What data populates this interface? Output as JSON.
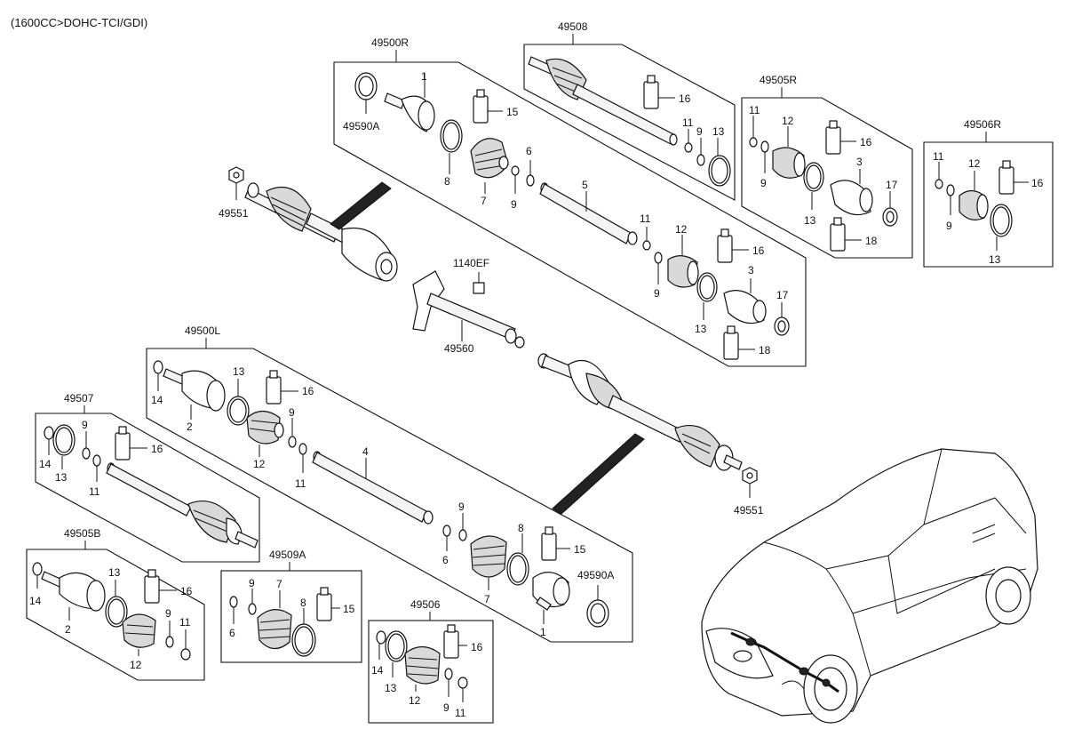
{
  "header": {
    "engine_note": "(1600CC>DOHC-TCI/GDI)"
  },
  "assemblies": {
    "a49500R": "49500R",
    "a49508": "49508",
    "a49505R": "49505R",
    "a49506R": "49506R",
    "a49500L": "49500L",
    "a49507": "49507",
    "a49505B": "49505B",
    "a49509A": "49509A",
    "a49506": "49506"
  },
  "parts": {
    "p1": "1",
    "p2": "2",
    "p3": "3",
    "p4": "4",
    "p5": "5",
    "p6": "6",
    "p7": "7",
    "p8": "8",
    "p9": "9",
    "p11": "11",
    "p12": "12",
    "p13": "13",
    "p14": "14",
    "p15": "15",
    "p16": "16",
    "p17": "17",
    "p18": "18",
    "p49590A": "49590A",
    "p49551": "49551",
    "p1140EF": "1140EF",
    "p49560": "49560"
  }
}
